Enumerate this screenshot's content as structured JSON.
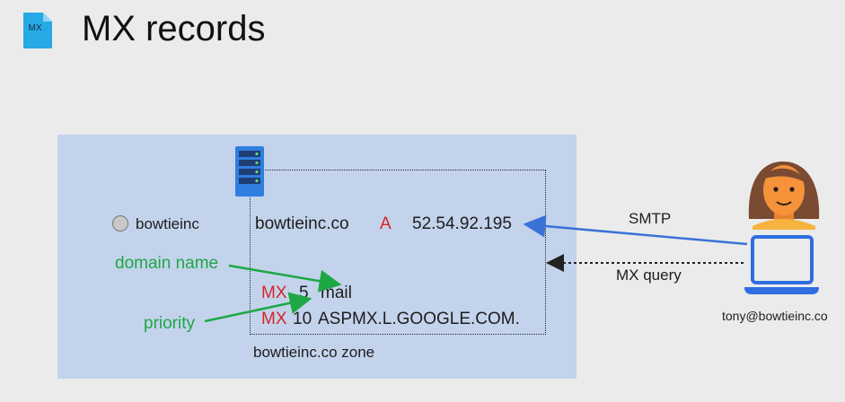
{
  "header": {
    "file_icon_label": "MX",
    "title": "MX records"
  },
  "diagram": {
    "org_label": "bowtieinc",
    "zone_label": "bowtieinc.co zone",
    "a_record": {
      "domain": "bowtieinc.co",
      "type": "A",
      "value": "52.54.92.195"
    },
    "mx_records": [
      {
        "type": "MX",
        "priority": "5",
        "value": "mail"
      },
      {
        "type": "MX",
        "priority": "10",
        "value": "ASPMX.L.GOOGLE.COM."
      }
    ],
    "annotations": {
      "domain_name": "domain name",
      "priority": "priority"
    },
    "arrows": {
      "smtp": "SMTP",
      "mx_query": "MX query"
    },
    "user_email": "tony@bowtieinc.co"
  },
  "colors": {
    "panel": "#c3d3ec",
    "record_type_red": "#d82424",
    "annotation_green": "#1ea845",
    "smtp_arrow_blue": "#3a72d8",
    "server_blue": "#2f7ee0",
    "laptop_blue": "#2f6de0",
    "hair_brown": "#7a4a31",
    "face_orange": "#f5923a"
  },
  "icons": [
    "file-icon",
    "server-icon",
    "person-icon",
    "laptop-icon"
  ]
}
